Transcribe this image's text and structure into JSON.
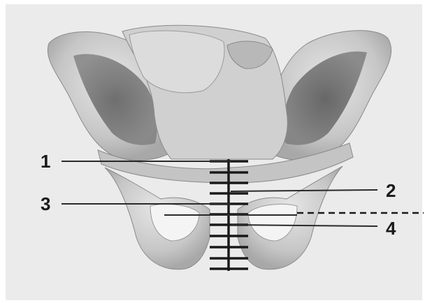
{
  "figure": {
    "labels": {
      "one": "1",
      "two": "2",
      "three": "3",
      "four": "4"
    },
    "colors": {
      "background": "#ececec",
      "bone_light": "#d9d9d9",
      "bone_mid": "#bdbdbd",
      "bone_dark": "#6e6e6e",
      "line": "#2a2a2a"
    }
  }
}
